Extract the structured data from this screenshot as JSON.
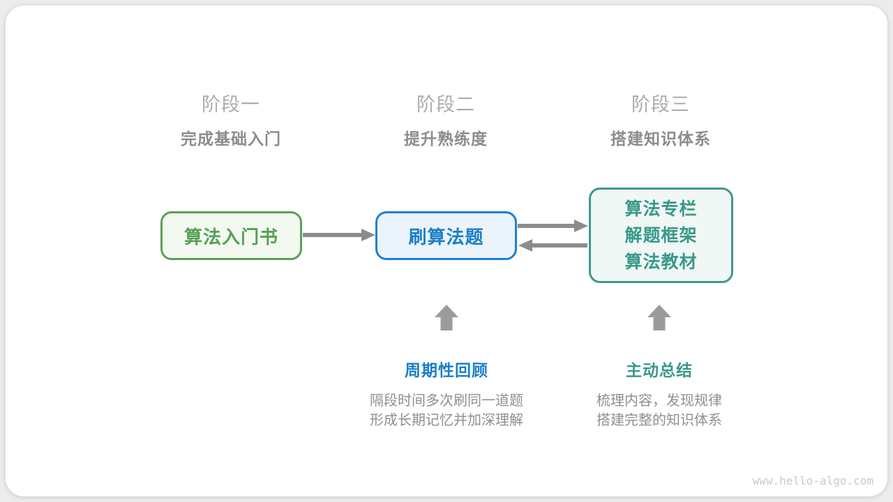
{
  "stages": [
    {
      "title": "阶段一",
      "subtitle": "完成基础入门"
    },
    {
      "title": "阶段二",
      "subtitle": "提升熟练度"
    },
    {
      "title": "阶段三",
      "subtitle": "搭建知识体系"
    }
  ],
  "nodes": {
    "intro_book": {
      "label": "算法入门书"
    },
    "practice": {
      "label": "刷算法题"
    },
    "resources": {
      "lines": [
        "算法专栏",
        "解题框架",
        "算法教材"
      ]
    }
  },
  "annotations": {
    "review": {
      "label": "周期性回顾",
      "desc": [
        "隔段时间多次刷同一道题",
        "形成长期记忆并加深理解"
      ]
    },
    "summarize": {
      "label": "主动总结",
      "desc": [
        "梳理内容，发现规律",
        "搭建完整的知识体系"
      ]
    }
  },
  "watermark": "www.hello-algo.com",
  "colors": {
    "green": "#55a055",
    "blue": "#1b7ec8",
    "teal": "#38998a",
    "arrow_gray": "#8c8c8c",
    "up_arrow_gray": "#9b9b9b",
    "stage_title_gray": "#acacac",
    "stage_subtitle_gray": "#8c8c8c",
    "desc_gray": "#8f8f8f",
    "watermark_gray": "#c9c9c9"
  }
}
